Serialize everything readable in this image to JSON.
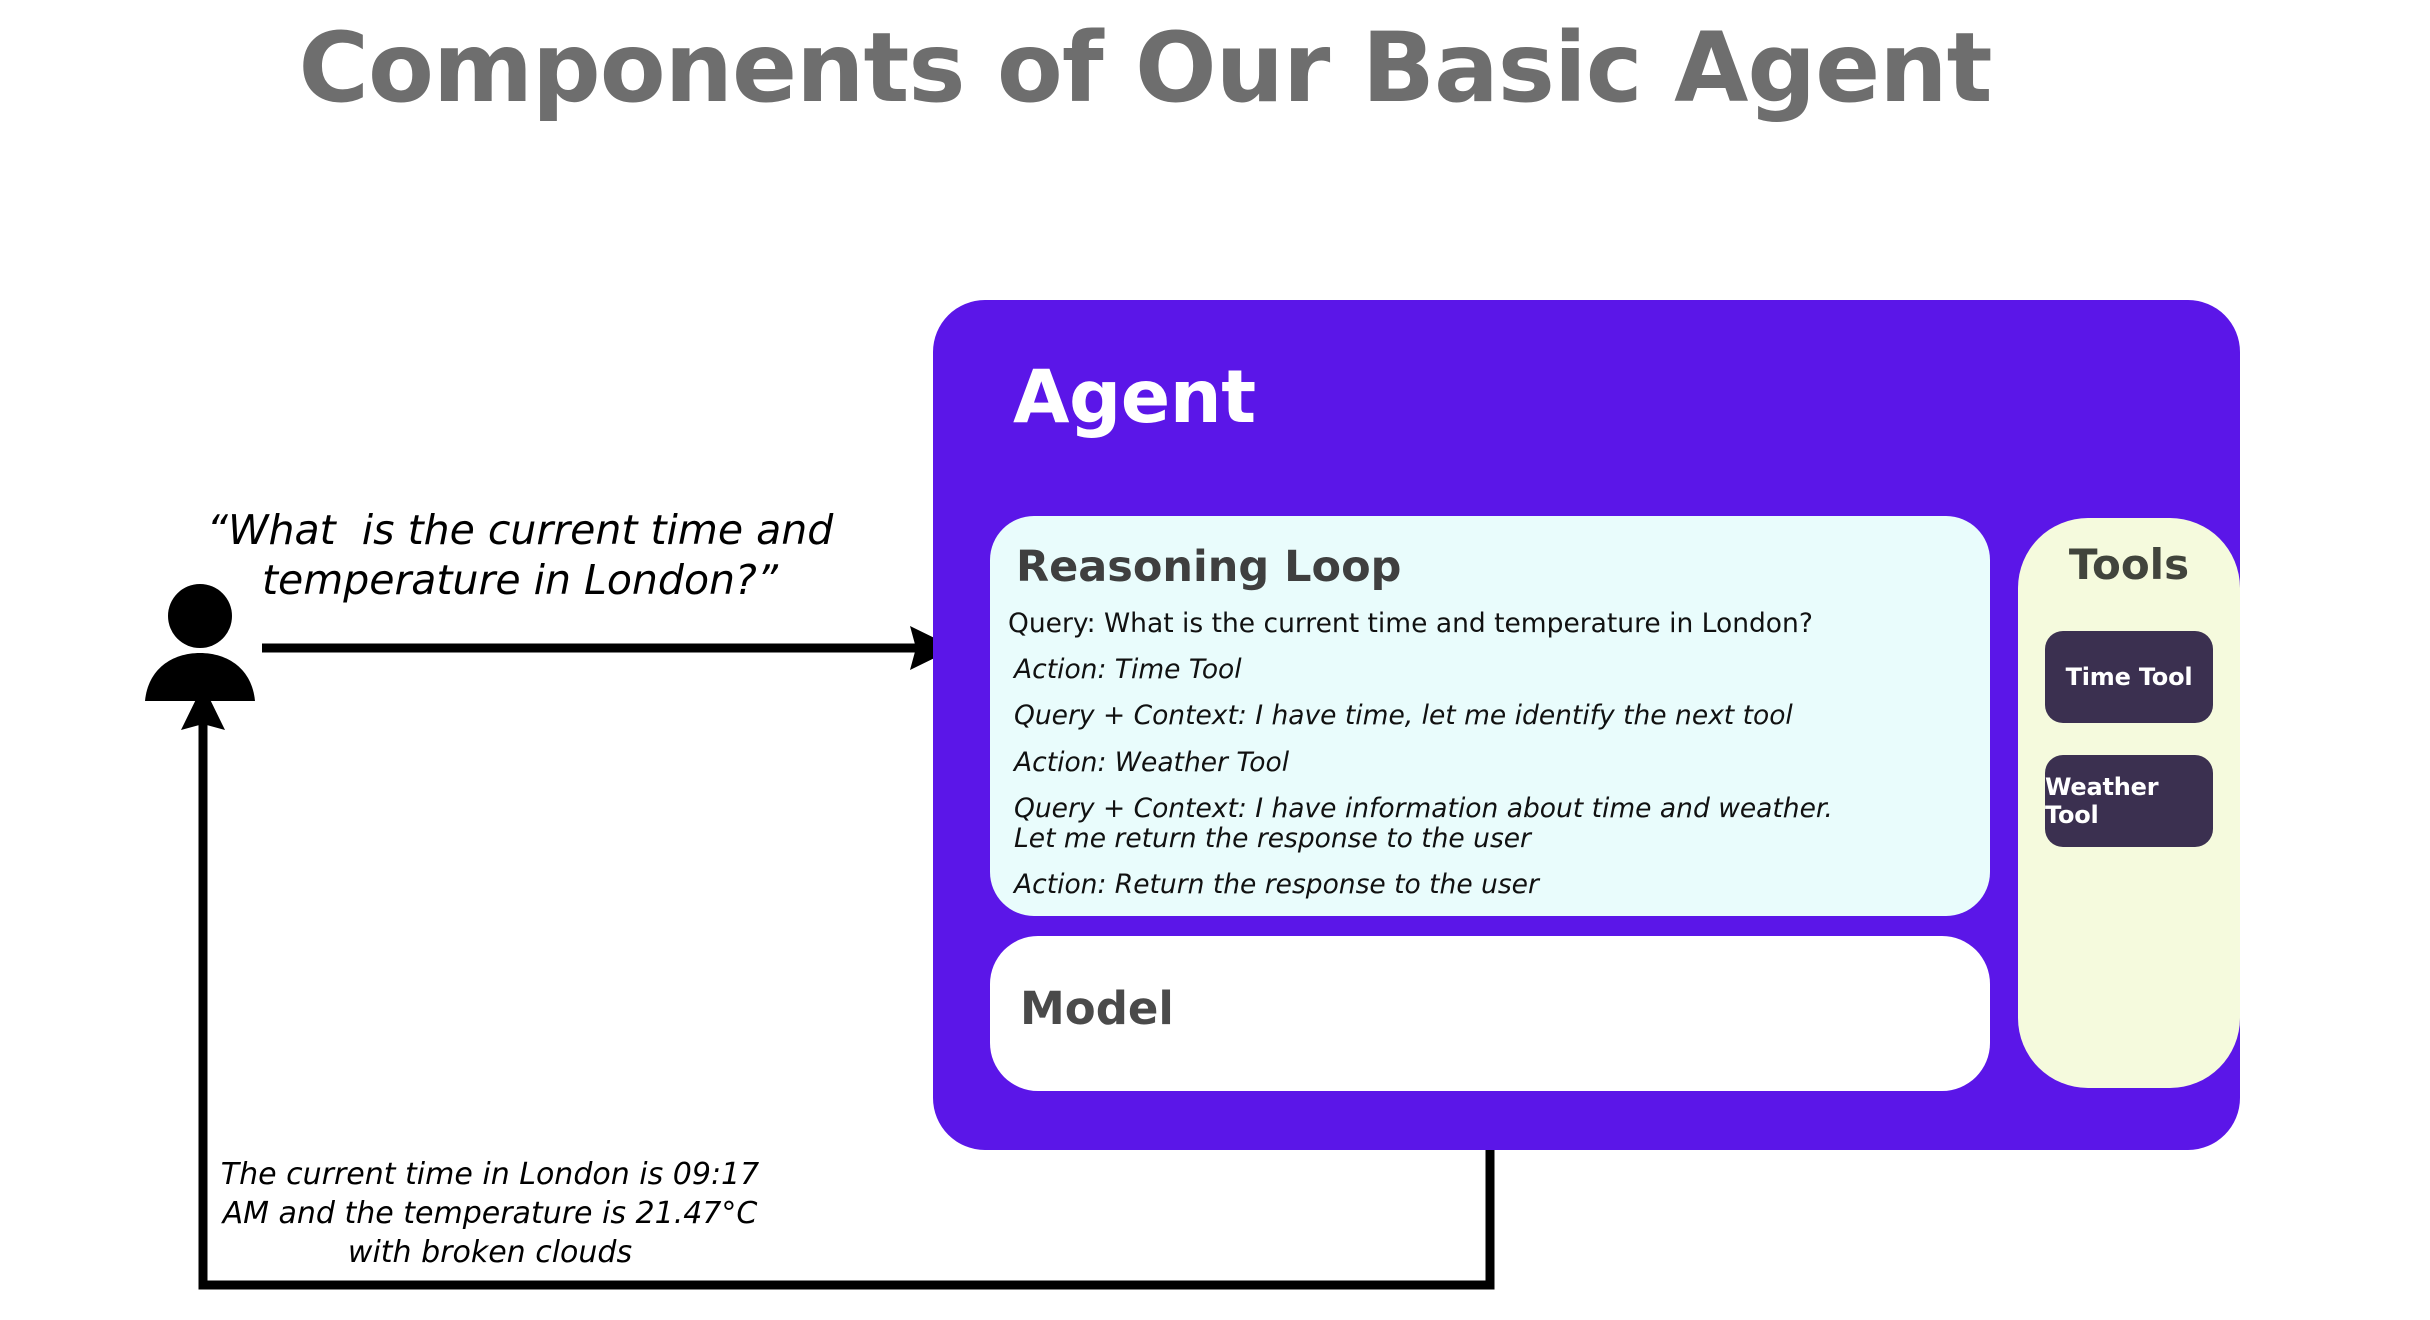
{
  "page": {
    "title": "Components of Our Basic Agent",
    "accent_purple": "#5B16E8",
    "reasoning_bg": "#E9FCFC",
    "tools_bg": "#F5FADD",
    "tool_button_bg": "#3B3050",
    "title_color": "#6E6E6E",
    "canvas_bg": "#FFFFFF"
  },
  "user": {
    "icon": "person-icon",
    "question": "“What  is the current time and temperature in London?”",
    "response": "The current time in London is 09:17 AM and the temperature is 21.47°C with broken clouds"
  },
  "agent": {
    "title": "Agent",
    "reasoning_loop": {
      "title": "Reasoning Loop",
      "lines": [
        {
          "text": "Query: What is the current time and temperature in London?",
          "style": "plain"
        },
        {
          "text": "Action: Time Tool",
          "style": "italic"
        },
        {
          "text": "Query + Context: I have time, let me identify the next tool",
          "style": "italic"
        },
        {
          "text": "Action: Weather Tool",
          "style": "italic"
        },
        {
          "text": "Query + Context: I have information about time and weather.\nLet me return the response to the user",
          "style": "italic"
        },
        {
          "text": "Action: Return the response to the user",
          "style": "italic"
        }
      ]
    },
    "model": {
      "title": "Model"
    },
    "tools": {
      "title": "Tools",
      "items": [
        {
          "label": "Time Tool"
        },
        {
          "label": "Weather Tool"
        }
      ]
    }
  },
  "connectors": {
    "inbound_arrow": "user-to-agent-arrow",
    "outbound_arrow": "agent-to-user-arrow"
  }
}
